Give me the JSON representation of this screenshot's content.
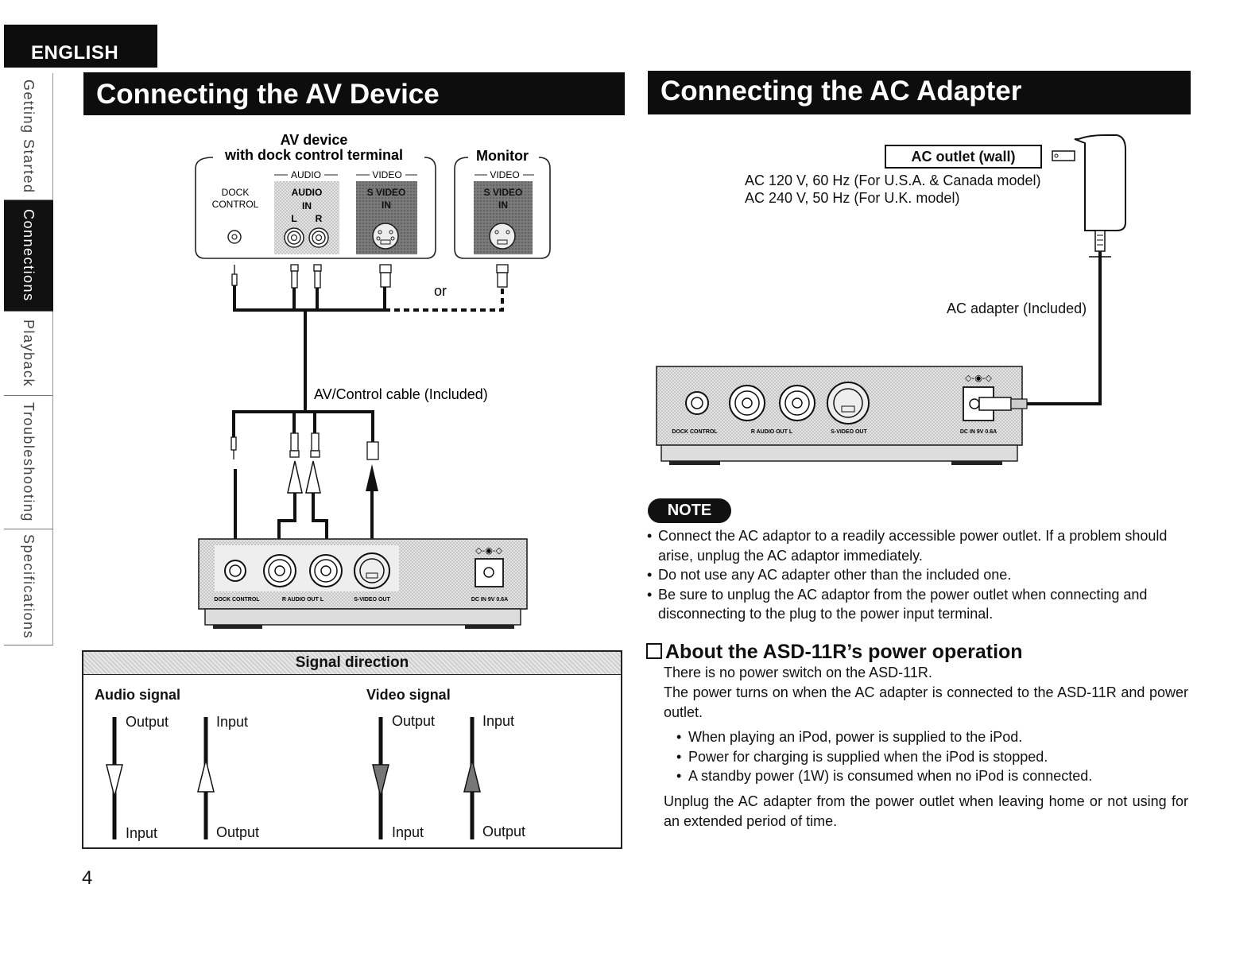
{
  "language_tab": "ENGLISH",
  "side_tabs": [
    {
      "label": "Getting Started",
      "active": false
    },
    {
      "label": "Connections",
      "active": true
    },
    {
      "label": "Playback",
      "active": false
    },
    {
      "label": "Troubleshooting",
      "active": false
    },
    {
      "label": "Specifications",
      "active": false
    }
  ],
  "av_section": {
    "title": "Connecting the AV Device",
    "av_device_label_1": "AV device",
    "av_device_label_2": "with dock control terminal",
    "monitor_label": "Monitor",
    "audio_group": "AUDIO",
    "video_group": "VIDEO",
    "monitor_video_group": "VIDEO",
    "dock_control": [
      "DOCK",
      "CONTROL"
    ],
    "audio_in": [
      "AUDIO",
      "IN"
    ],
    "audio_l": "L",
    "audio_r": "R",
    "svideo_in": [
      "S VIDEO",
      "IN"
    ],
    "or_label": "or",
    "cable_label": "AV/Control cable (Included)",
    "device_labels": [
      "DOCK CONTROL",
      "R   AUDIO OUT   L",
      "S-VIDEO OUT",
      "DC IN 9V 0.6A"
    ]
  },
  "signal_direction": {
    "title": "Signal direction",
    "audio_title": "Audio signal",
    "video_title": "Video signal",
    "output": "Output",
    "input": "Input"
  },
  "page_number": "4",
  "ac_section": {
    "title": "Connecting the AC Adapter",
    "outlet_label": "AC outlet (wall)",
    "power_lines": [
      "AC 120 V, 60 Hz (For U.S.A. & Canada model)",
      "AC 240 V, 50 Hz (For U.K. model)"
    ],
    "adapter_label": "AC adapter (Included)"
  },
  "note": {
    "badge": "NOTE",
    "items": [
      "Connect the AC adaptor to a readily accessible power outlet. If a problem should arise, unplug the AC adaptor immediately.",
      "Do not use any AC adapter other than the included one.",
      "Be sure to unplug the AC adaptor from the power outlet when connecting and disconnecting to the plug to the power input terminal."
    ]
  },
  "about": {
    "heading": "About the ASD-11R’s power operation",
    "line1": "There is no power switch on the ASD-11R.",
    "line2": "The power turns on when the AC adapter is connected to the ASD-11R and power outlet.",
    "bullets": [
      "When playing an iPod, power is supplied to the iPod.",
      "Power for charging is supplied when the iPod is stopped.",
      "A standby power (1W) is consumed when no iPod is connected."
    ],
    "line3": "Unplug the AC adapter from the power outlet when leaving home or not using for an extended period of time."
  }
}
